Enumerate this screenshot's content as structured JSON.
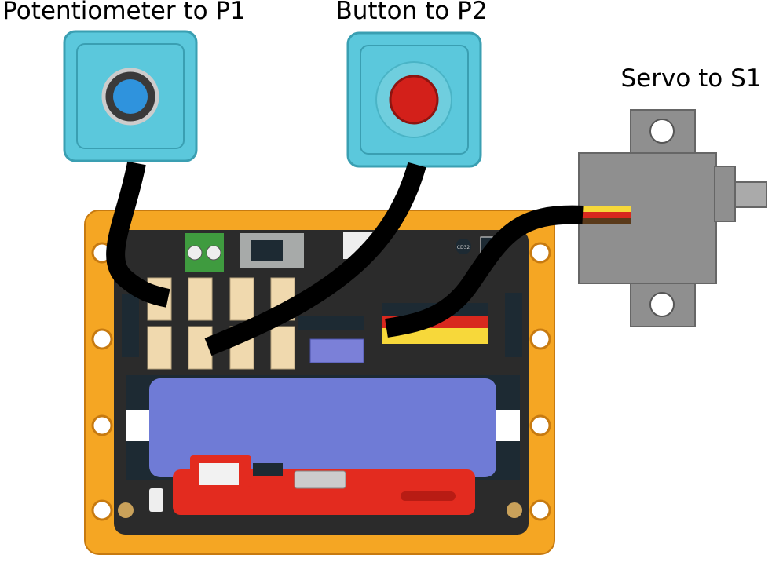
{
  "labels": {
    "potentiometer": "Potentiometer to P1",
    "button": "Button to P2",
    "servo": "Servo to S1"
  },
  "board": {
    "chip_label": "CD32"
  },
  "colors": {
    "frame": "#f5a623",
    "board": "#2b2b2b",
    "module": "#5bc8dc",
    "battery": "#6f7bd6",
    "cable": "#000000",
    "servo": "#8f8f8f",
    "terminal": "#3f9b3f",
    "red_module": "#e32b1f"
  }
}
